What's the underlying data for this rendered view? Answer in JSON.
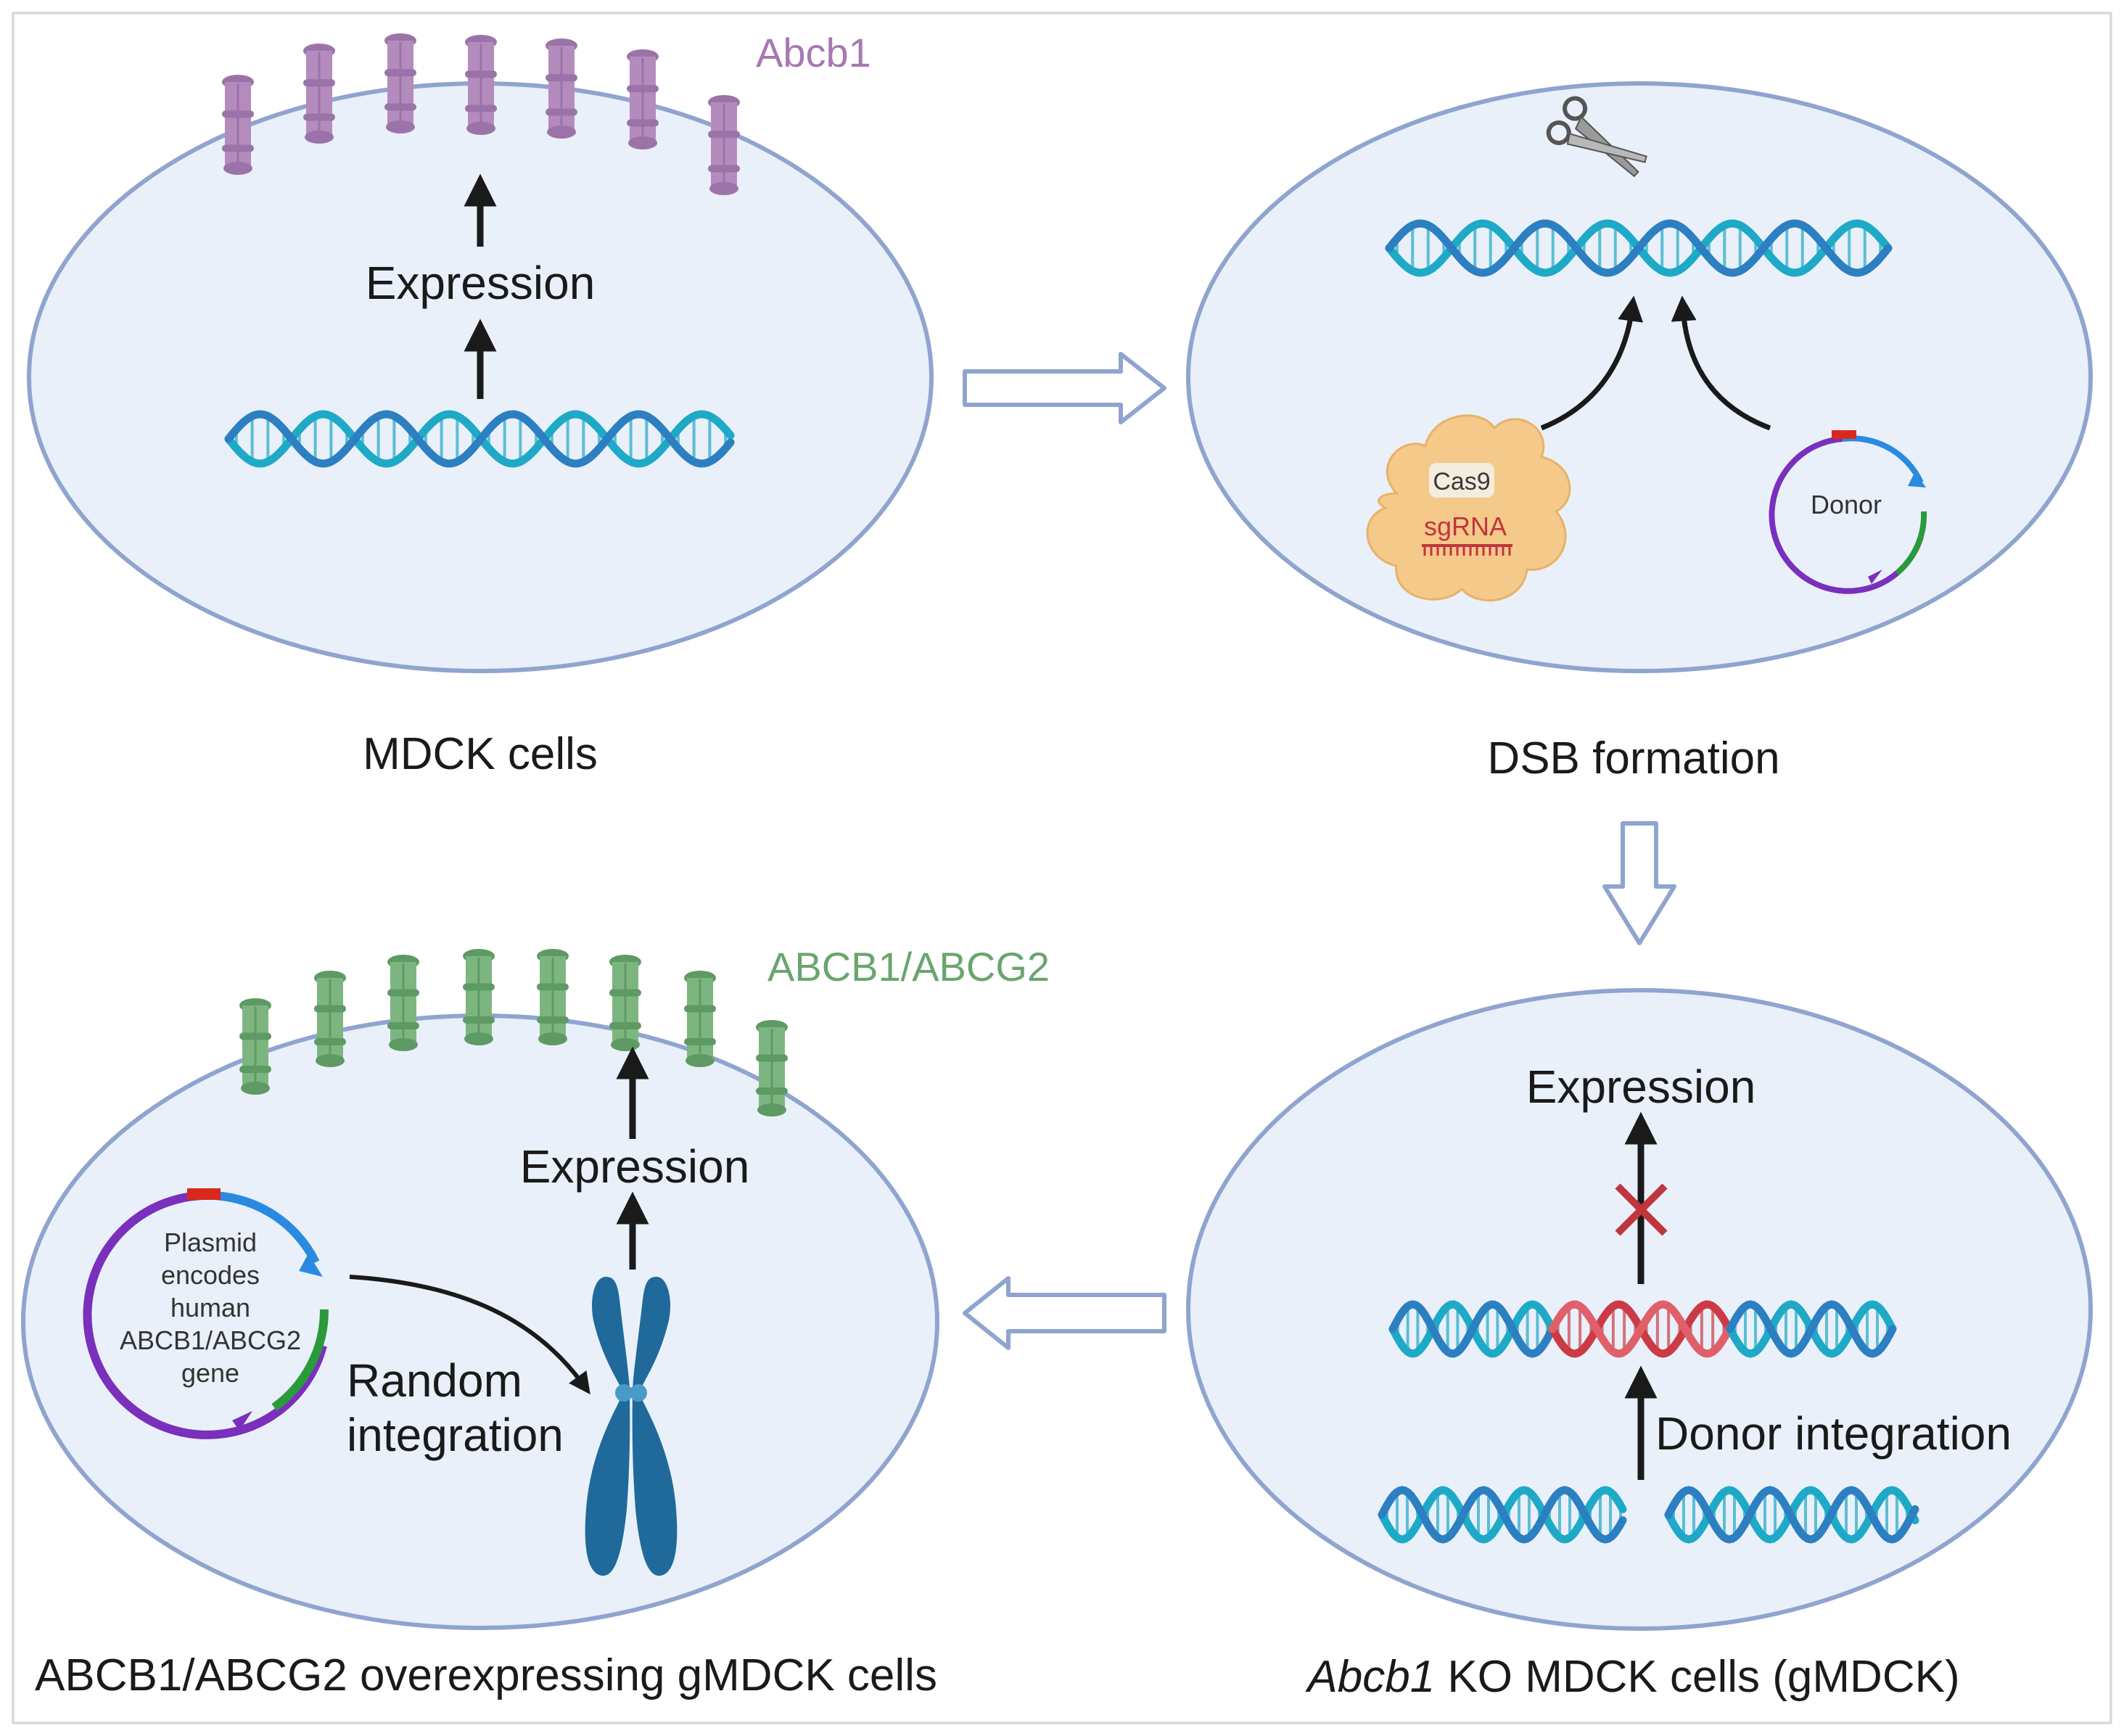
{
  "colors": {
    "cell_fill": "#e9f0fa",
    "cell_stroke": "#8fa4cf",
    "dna_strand_a": "#1ea9c7",
    "dna_strand_b": "#2c7fc0",
    "dna_donor": "#cc3b45",
    "abcb1_protein": "#b48bbd",
    "abcb1_label": "#a878b3",
    "human_protein": "#7db581",
    "human_label": "#6aa56e",
    "arrow": "#1a1a1a",
    "block_arrow": "#8fa4cf",
    "cas9": "#f5c98a",
    "chromosome": "#1f6a9a",
    "plasmid_purple": "#7a2fbd",
    "plasmid_blue": "#2a8ae0",
    "plasmid_green": "#2a9a3a",
    "plasmid_red": "#d9291f",
    "blocked_x": "#c0353e"
  },
  "panels": {
    "top_left": {
      "caption": "MDCK cells",
      "expression": "Expression",
      "protein_label": "Abcb1"
    },
    "top_right": {
      "caption": "DSB formation",
      "cas9": "Cas9",
      "sgrna": "sgRNA",
      "donor": "Donor",
      "icon": "scissors-icon"
    },
    "bottom_right": {
      "caption_italic": "Abcb1",
      "caption_rest": " KO MDCK cells (gMDCK)",
      "expression": "Expression",
      "integration": "Donor integration",
      "blocked_icon": "cross-icon"
    },
    "bottom_left": {
      "caption": "ABCB1/ABCG2 overexpressing gMDCK cells",
      "expression": "Expression",
      "protein_label": "ABCB1/ABCG2",
      "plasmid_lines": [
        "Plasmid",
        "encodes",
        "human",
        "ABCB1/ABCG2",
        "gene"
      ],
      "random_line1": "Random",
      "random_line2": "integration"
    }
  }
}
